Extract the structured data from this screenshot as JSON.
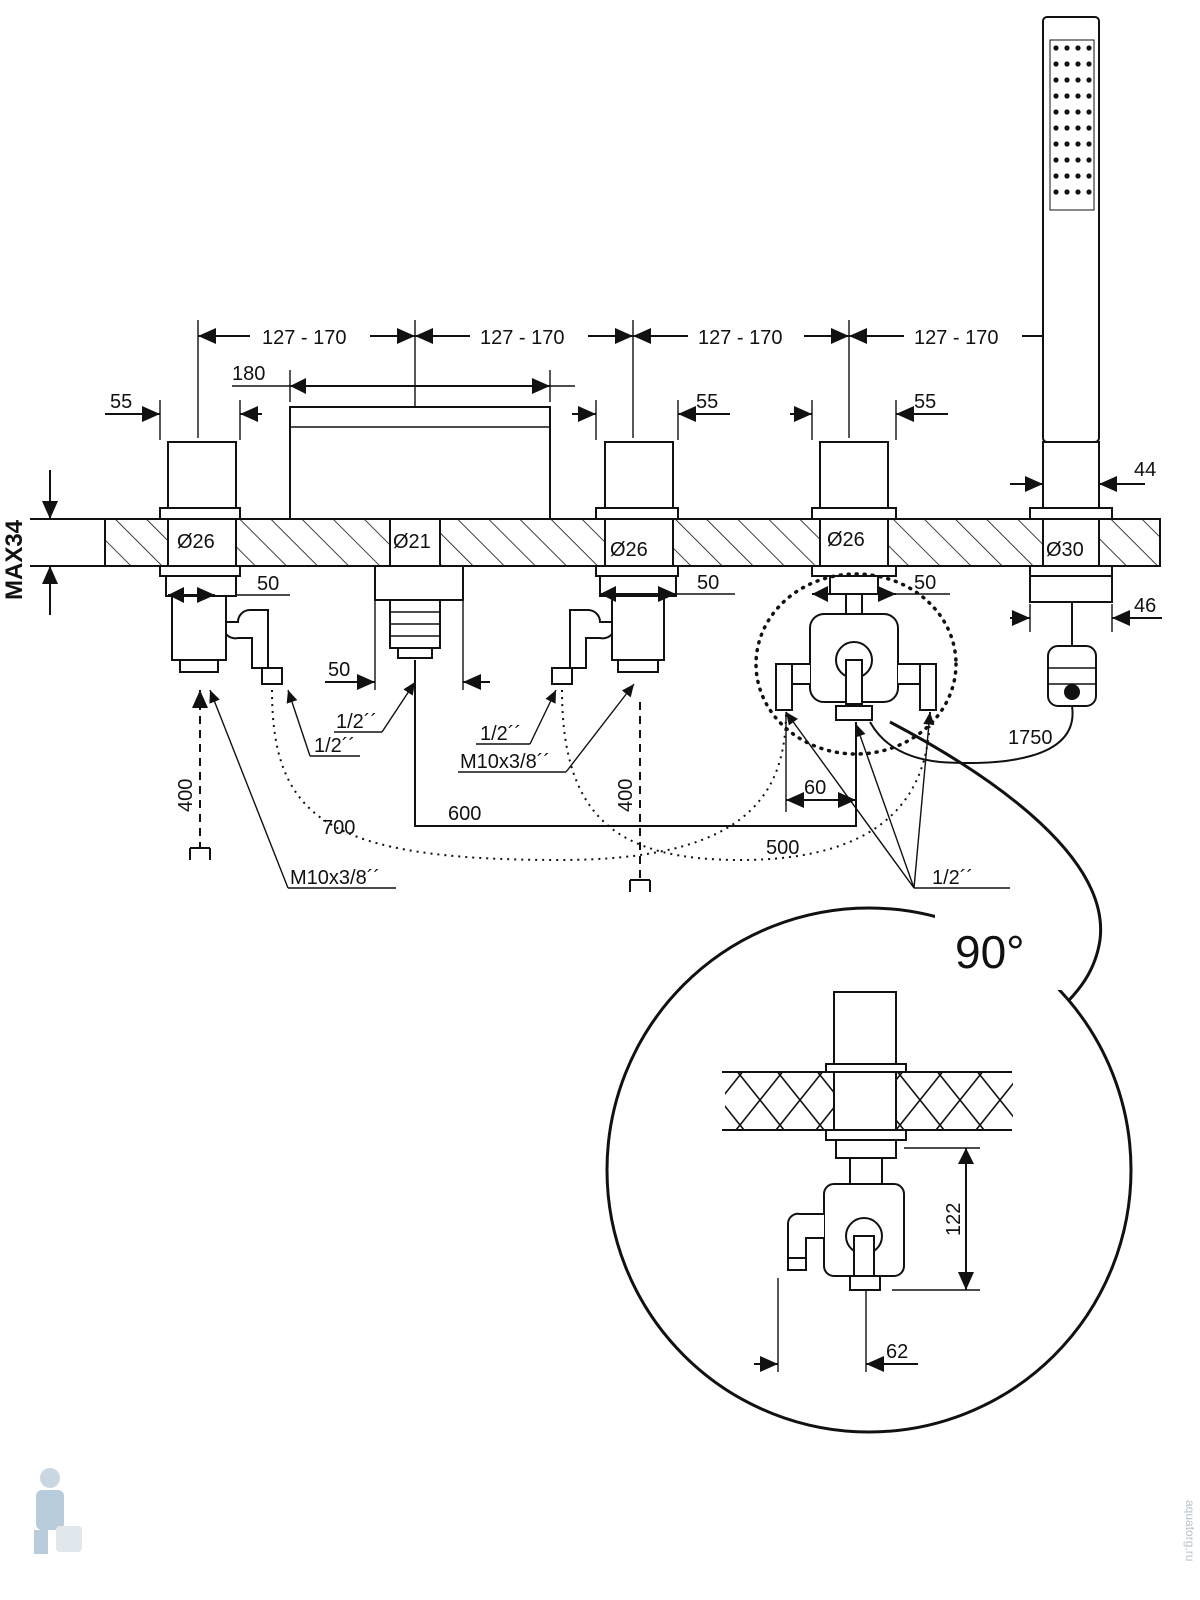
{
  "dims": {
    "spacing": [
      "127 - 170",
      "127 - 170",
      "127 - 170",
      "127 - 170"
    ],
    "spout_width": "180",
    "handle_width_left": "55",
    "handle_width_mid": "55",
    "handle_width_right": "55",
    "shower_holder_width": "44",
    "max_thickness": "MAX34",
    "dia_left": "Ø26",
    "dia_spout": "Ø21",
    "dia_mid": "Ø26",
    "dia_diverter": "Ø26",
    "dia_shower": "Ø30",
    "below_left": "50",
    "below_mid": "50",
    "below_diverter": "50",
    "below_spout": "50",
    "below_shower": "46",
    "hose_length": "1750",
    "thread_half_a": "1/2´´",
    "thread_half_b": "1/2´´",
    "thread_half_c": "1/2´´",
    "thread_half_d": "1/2´´",
    "thread_m10_mid": "M10x3/8´´",
    "thread_m10_left": "M10x3/8´´",
    "hose_400_left": "400",
    "hose_400_mid": "400",
    "hose_700": "700",
    "hose_600": "600",
    "hose_500": "500",
    "offset_60": "60"
  },
  "detail": {
    "angle": "90°",
    "height": "122",
    "width": "62"
  },
  "watermark": "aquatorg.ru"
}
